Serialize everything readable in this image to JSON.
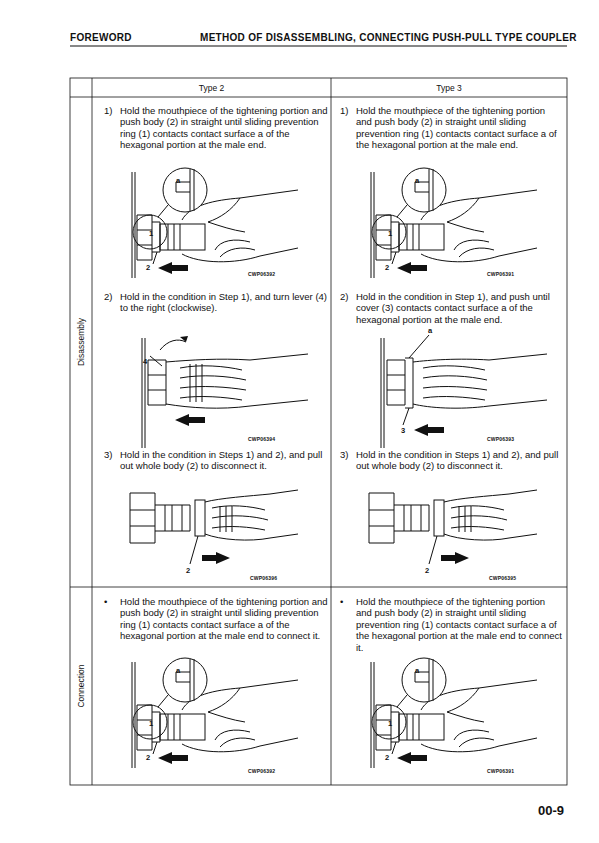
{
  "diagram": {
    "title": "METHOD OF DISASSEMBLING, CONNECTING PUSH-PULL TYPE COUPLER",
    "labels": [
      "FOREWORD",
      "Type 2",
      "Type 3",
      "Disassembly",
      "Connection",
      "1)",
      "Hold the mouthpiece of the tightening portion and push body (2) in straight until sliding prevention ring (1) contacts contact surface a of the hexagonal portion at the male end.",
      "a",
      "1",
      "2",
      "CWP06392",
      "1)",
      "Hold the mouthpiece of the tightening portion and push body (2) in straight until sliding prevention ring (1) contacts contact surface a of the hexagonal portion at the male end.",
      "a",
      "1",
      "2",
      "CWP06391",
      "2)",
      "Hold in the condition in Step 1), and turn lever (4) to the right (clockwise).",
      "4",
      "CWP06394",
      "2)",
      "Hold in the condition in Step 1), and push until cover (3) contacts contact surface a of the hexagonal portion at the male end.",
      "a",
      "3",
      "CWP06393",
      "3)",
      "Hold in the condition in Steps 1) and 2), and pull out whole body (2) to disconnect it.",
      "2",
      "CWP06396",
      "3)",
      "Hold in the condition in Steps 1) and 2), and pull out whole body (2) to disconnect it.",
      "2",
      "CWP06395",
      "•",
      "Hold the mouthpiece of the tightening portion and push body (2) in straight until sliding prevention ring (1) contacts contact surface a of the hexagonal portion at the male end to connect it.",
      "a",
      "1",
      "2",
      "CWP06392",
      "•",
      "Hold the mouthpiece of the tightening portion and push body (2) in straight until sliding prevention ring (1) contacts contact surface a of the hexagonal portion at the male end to connect it.",
      "a",
      "1",
      "2",
      "CWP06391",
      "00-9"
    ]
  }
}
